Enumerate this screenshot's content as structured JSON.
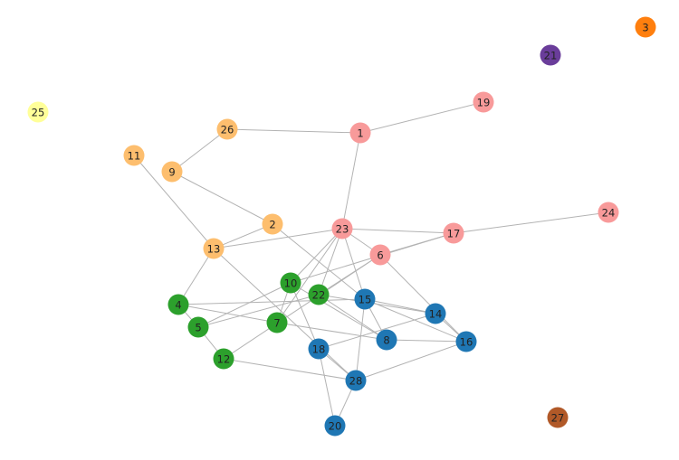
{
  "graph": {
    "nodes": [
      {
        "id": "1",
        "group": "pink"
      },
      {
        "id": "2",
        "group": "orange"
      },
      {
        "id": "3",
        "group": "darkorange"
      },
      {
        "id": "4",
        "group": "green"
      },
      {
        "id": "5",
        "group": "green"
      },
      {
        "id": "6",
        "group": "pink"
      },
      {
        "id": "7",
        "group": "green"
      },
      {
        "id": "8",
        "group": "blue"
      },
      {
        "id": "9",
        "group": "orange"
      },
      {
        "id": "10",
        "group": "green"
      },
      {
        "id": "11",
        "group": "orange"
      },
      {
        "id": "12",
        "group": "green"
      },
      {
        "id": "13",
        "group": "orange"
      },
      {
        "id": "14",
        "group": "blue"
      },
      {
        "id": "15",
        "group": "blue"
      },
      {
        "id": "16",
        "group": "blue"
      },
      {
        "id": "17",
        "group": "pink"
      },
      {
        "id": "18",
        "group": "blue"
      },
      {
        "id": "19",
        "group": "pink"
      },
      {
        "id": "20",
        "group": "blue"
      },
      {
        "id": "21",
        "group": "purple"
      },
      {
        "id": "22",
        "group": "green"
      },
      {
        "id": "23",
        "group": "pink"
      },
      {
        "id": "24",
        "group": "pink"
      },
      {
        "id": "25",
        "group": "yellow"
      },
      {
        "id": "26",
        "group": "orange"
      },
      {
        "id": "27",
        "group": "brown"
      },
      {
        "id": "28",
        "group": "blue"
      }
    ],
    "edges": [
      [
        "26",
        "1"
      ],
      [
        "1",
        "19"
      ],
      [
        "1",
        "23"
      ],
      [
        "26",
        "9"
      ],
      [
        "11",
        "13"
      ],
      [
        "9",
        "2"
      ],
      [
        "2",
        "13"
      ],
      [
        "2",
        "15"
      ],
      [
        "13",
        "23"
      ],
      [
        "13",
        "4"
      ],
      [
        "13",
        "28"
      ],
      [
        "23",
        "17"
      ],
      [
        "23",
        "6"
      ],
      [
        "23",
        "10"
      ],
      [
        "23",
        "7"
      ],
      [
        "23",
        "15"
      ],
      [
        "23",
        "22"
      ],
      [
        "17",
        "24"
      ],
      [
        "17",
        "10"
      ],
      [
        "6",
        "17"
      ],
      [
        "6",
        "22"
      ],
      [
        "6",
        "16"
      ],
      [
        "6",
        "12"
      ],
      [
        "4",
        "5"
      ],
      [
        "4",
        "15"
      ],
      [
        "4",
        "7"
      ],
      [
        "5",
        "12"
      ],
      [
        "5",
        "10"
      ],
      [
        "5",
        "22"
      ],
      [
        "10",
        "7"
      ],
      [
        "10",
        "18"
      ],
      [
        "10",
        "8"
      ],
      [
        "22",
        "14"
      ],
      [
        "22",
        "8"
      ],
      [
        "15",
        "14"
      ],
      [
        "15",
        "8"
      ],
      [
        "15",
        "28"
      ],
      [
        "15",
        "16"
      ],
      [
        "7",
        "8"
      ],
      [
        "8",
        "16"
      ],
      [
        "14",
        "18"
      ],
      [
        "14",
        "16"
      ],
      [
        "18",
        "20"
      ],
      [
        "18",
        "28"
      ],
      [
        "12",
        "28"
      ],
      [
        "28",
        "16"
      ],
      [
        "28",
        "20"
      ]
    ]
  },
  "colors": {
    "pink": "#f89a9a",
    "orange": "#fdbe6e",
    "darkorange": "#ff7f0e",
    "green": "#2ca02c",
    "blue": "#1f77b4",
    "purple": "#6a3d9a",
    "yellow": "#ffff99",
    "brown": "#b15928",
    "edge": "#b3b3b3"
  }
}
